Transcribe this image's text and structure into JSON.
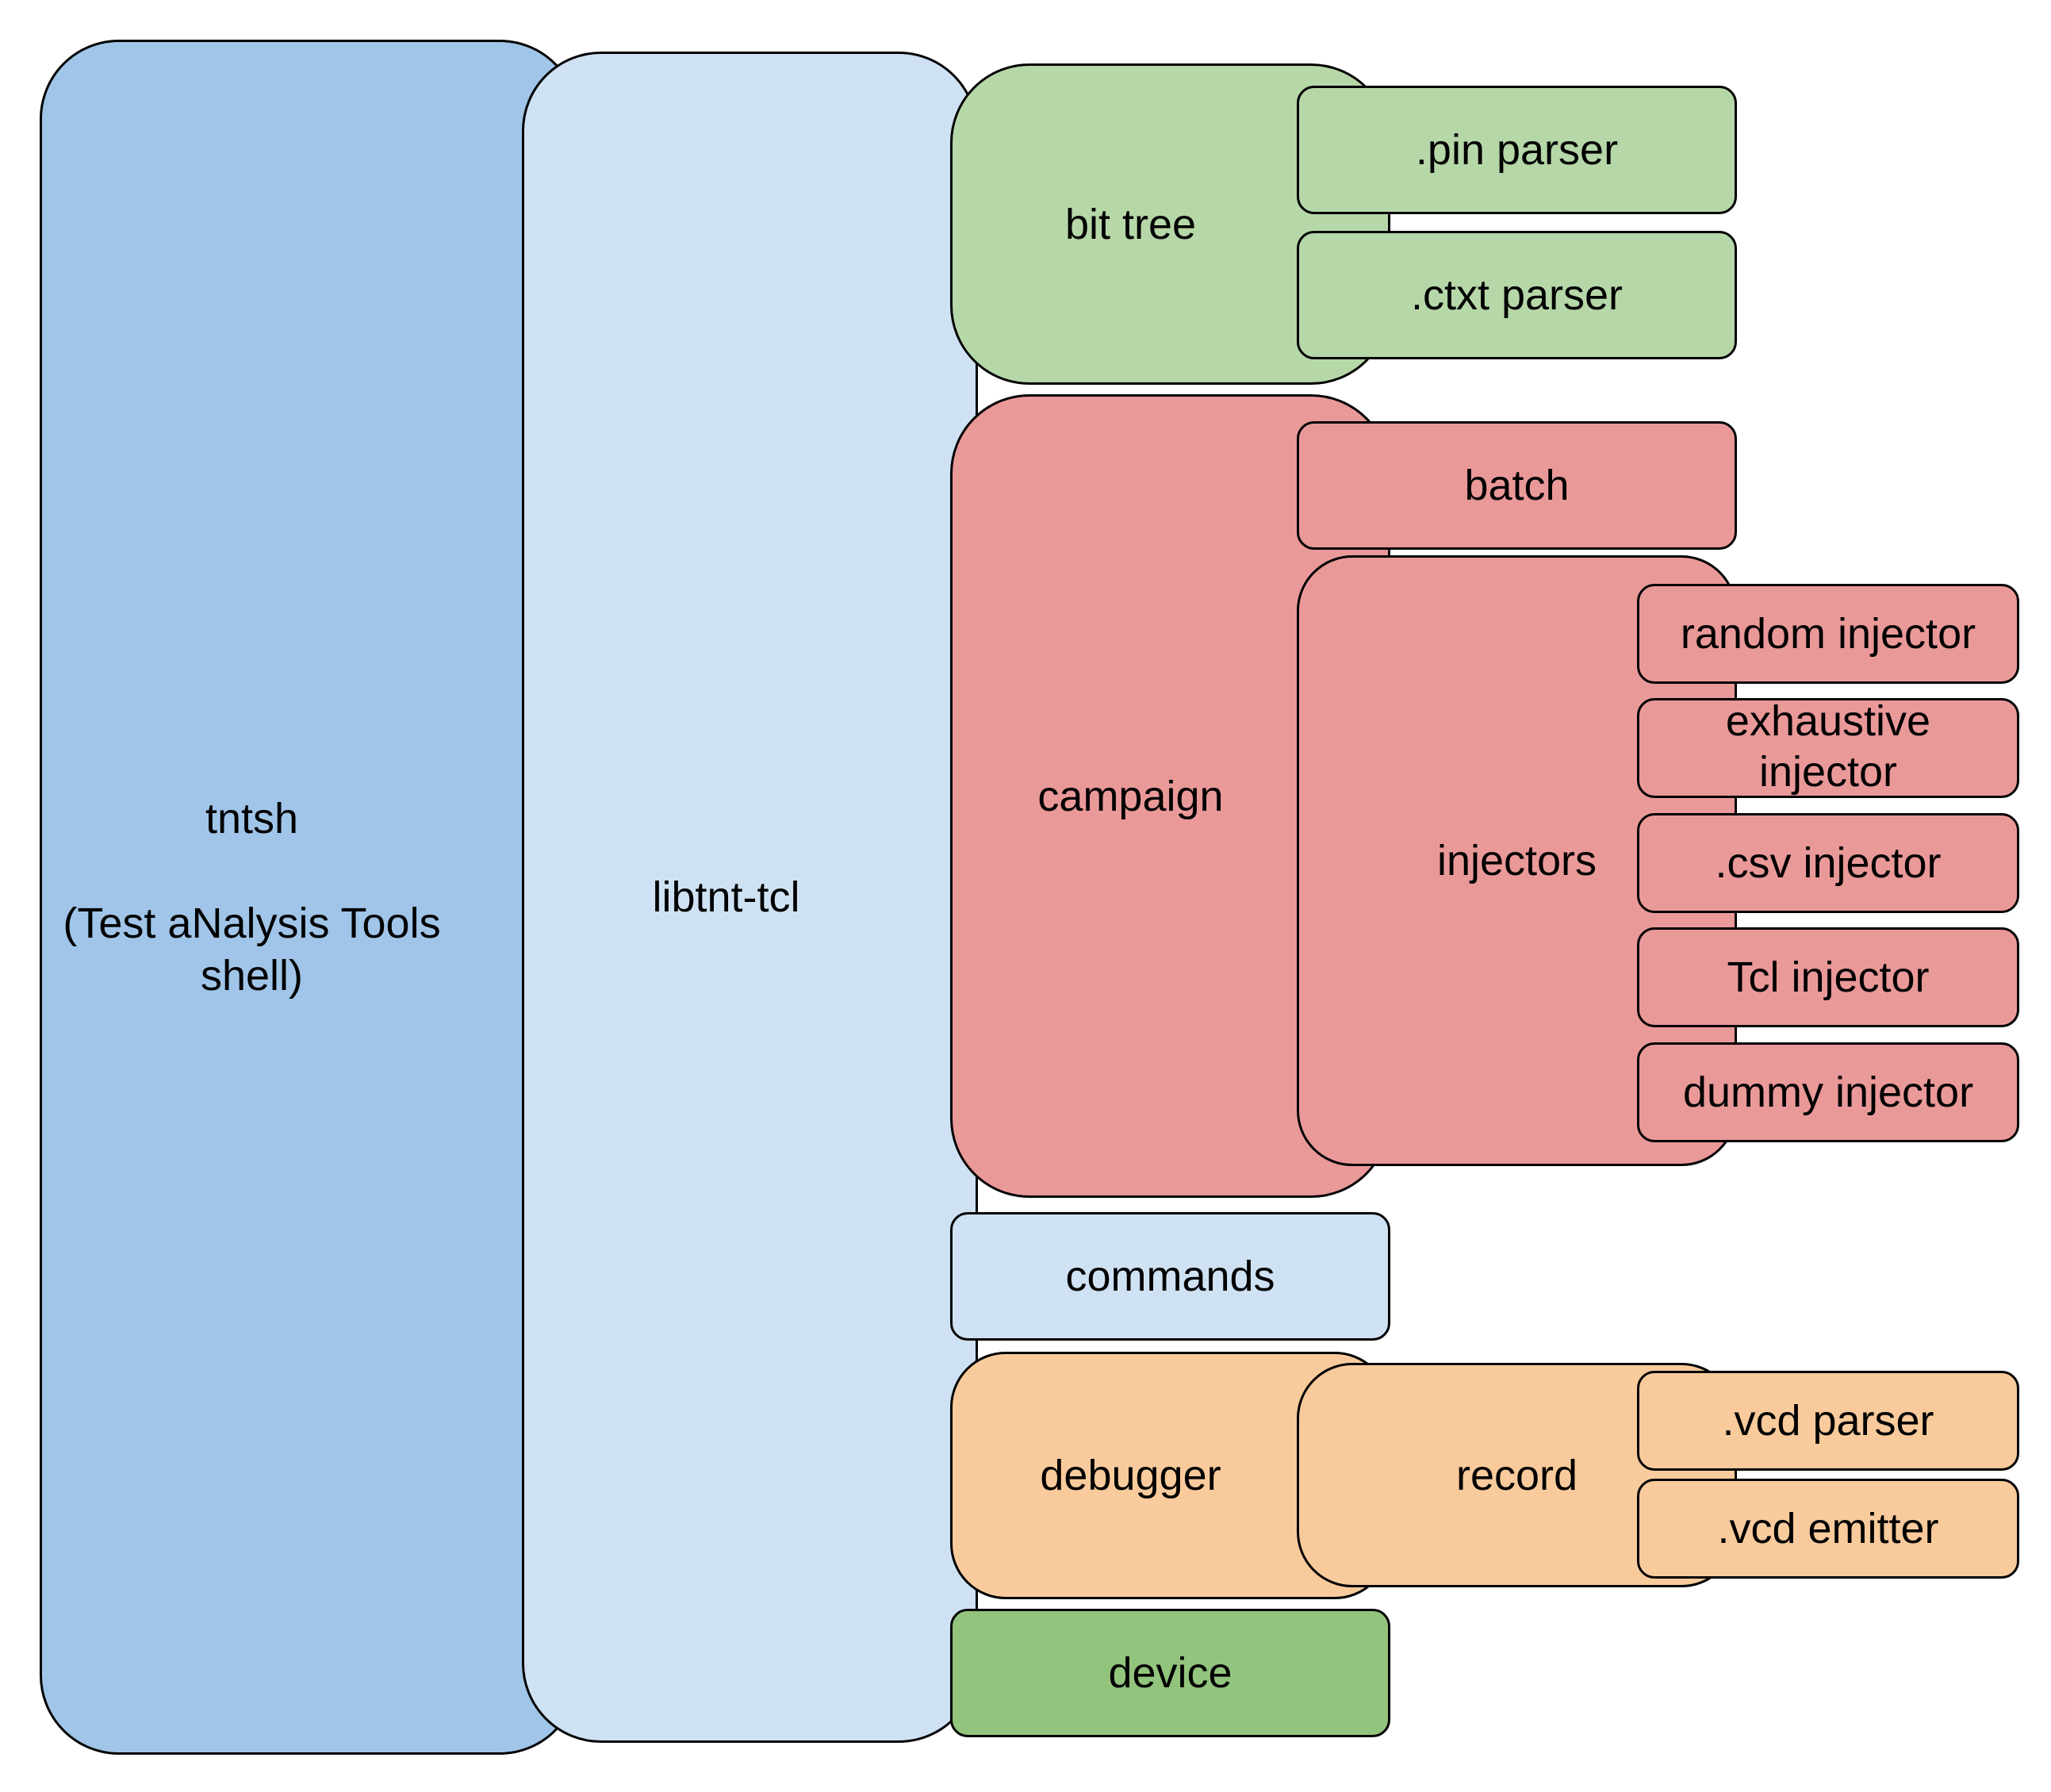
{
  "nodes": {
    "tntsh": "tntsh\n\n(Test aNalysis Tools\nshell)",
    "libtnt": "libtnt-tcl",
    "bittree": "bit tree",
    "pin_parser": ".pin parser",
    "ctxt_parser": ".ctxt parser",
    "campaign": "campaign",
    "batch": "batch",
    "injectors": "injectors",
    "random_injector": "random injector",
    "exhaustive_injector": "exhaustive\ninjector",
    "csv_injector": ".csv injector",
    "tcl_injector": "Tcl injector",
    "dummy_injector": "dummy injector",
    "commands": "commands",
    "debugger": "debugger",
    "record": "record",
    "vcd_parser": ".vcd parser",
    "vcd_emitter": ".vcd emitter",
    "device": "device"
  },
  "colors": {
    "tntsh": "#a0c5e8",
    "libtnt": "#cfe2f3",
    "bittree": "#b6d7a8",
    "campaign": "#ea9999",
    "commands": "#cfe2f3",
    "debugger": "#f9cb9c",
    "device": "#93c47d"
  }
}
